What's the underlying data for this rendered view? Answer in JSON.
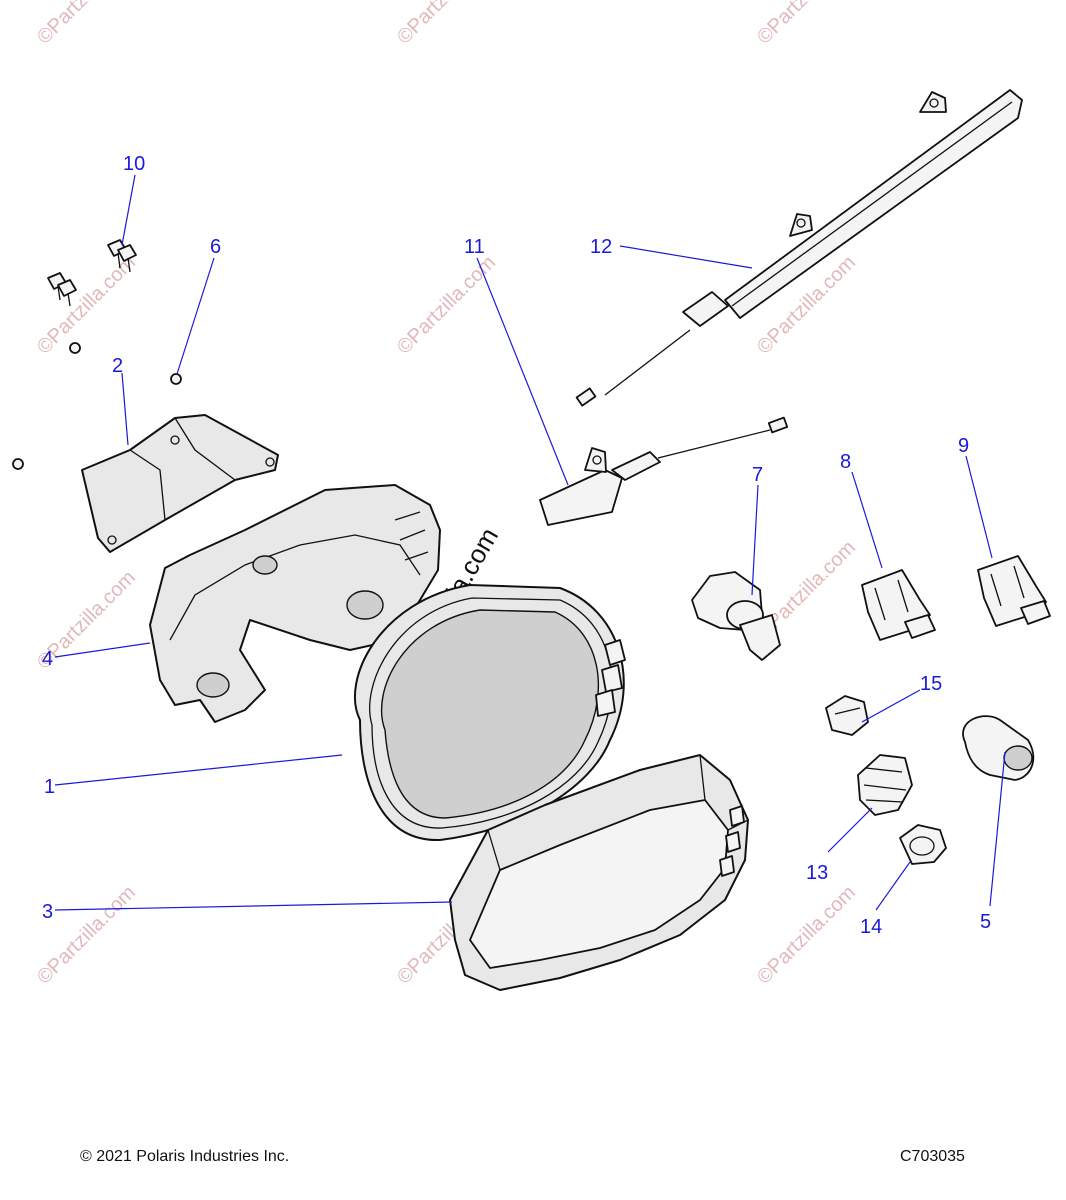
{
  "watermark": "©Partzilla.com",
  "footer": {
    "copyright": "© 2021 Polaris Industries Inc.",
    "drawing_code": "C703035"
  },
  "callouts": [
    "1",
    "2",
    "3",
    "4",
    "5",
    "6",
    "7",
    "8",
    "9",
    "10",
    "11",
    "12",
    "13",
    "14",
    "15"
  ]
}
